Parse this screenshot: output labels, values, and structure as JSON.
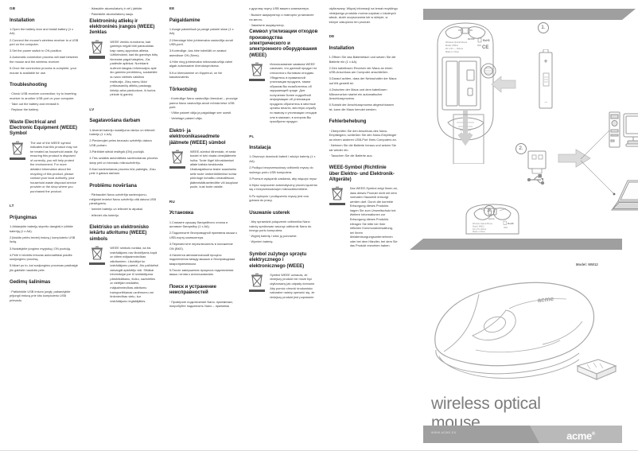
{
  "document": {
    "product_title_line1": "wireless optical",
    "product_title_line2": "mouse",
    "model_label": "Model: MW12",
    "brand": "acme",
    "brand_tm": "®",
    "website": "WWW.ACME.EU"
  },
  "steps": [
    {
      "num": "1."
    },
    {
      "num": "2."
    },
    {
      "num": "3."
    }
  ],
  "columns": [
    {
      "id": "col-1",
      "blocks": [
        {
          "type": "lang",
          "text": "GB"
        },
        {
          "type": "h2",
          "text": "Installation"
        },
        {
          "type": "p",
          "text": "1.Open the battery door and install battery (1 x AA)"
        },
        {
          "type": "p",
          "text": "2.Connect the mouse's wireless receiver to a USB port on the computer."
        },
        {
          "type": "p",
          "text": "3.Set the power switch to ON position."
        },
        {
          "type": "p",
          "text": "4.Automatic connection process will start between the mouse and the wireless receiver."
        },
        {
          "type": "p",
          "text": "5.Once the connection process is complete, your mouse is available for use."
        },
        {
          "type": "h2gap",
          "text": "Troubleshooting"
        },
        {
          "type": "bullets",
          "items": [
            "Check USB receiver connection; try to inserting receiver to another USB port on your computer.",
            "Take out the battery and reinstall it.",
            "Replace the battery."
          ]
        },
        {
          "type": "h2gap",
          "text": "Waste Electrical and Electronic Equipment (WEEE) Symbol"
        },
        {
          "type": "weee",
          "text": "The use of the WEEE symbol indicates that this product may not be treated as household waste. By ensuring this product is disposed of correctly, you will help protect the environment. For more detailed information about the recycling of this product, please contact your local authority, your household waste disposal service provider or the shop where you purchased the product."
        },
        {
          "type": "lang-spaced",
          "text": "LT"
        },
        {
          "type": "h2",
          "text": "Prijungimas"
        },
        {
          "type": "p",
          "text": "1.Atidarykite baterijų skyrelio dangtelį ir įdėkite bateriją (1 x AA)."
        },
        {
          "type": "p",
          "text": "2.Įkiskite pelės bevielj imtuvą į kompiuterio USB lizdą."
        },
        {
          "type": "p",
          "text": "3.Nustatykite jungimo mygtuką į ON poziciją."
        },
        {
          "type": "p",
          "text": "4.Pelė ir bevielis imtuvas automatiškai pradės susijungimo procesą."
        },
        {
          "type": "p",
          "text": "5.Iškart po to, kai susijungimo procesas pasibaigė jūs galėsite naudotis pele."
        },
        {
          "type": "h2gap",
          "text": "Gedimų šalinimas"
        },
        {
          "type": "bullets",
          "items": [
            "Patikrinkite USB imtuvo jungtį; pabandykite prijungti imtuvą prie kito kompiuterio USB prievado."
          ]
        }
      ]
    },
    {
      "id": "col-2",
      "blocks": [
        {
          "type": "bullets",
          "items": [
            "Ištraukite akumuliatorių ir vėl į įdėkite.",
            "Pakeiskite akumuliatorių nauju."
          ]
        },
        {
          "type": "h2",
          "text": "Elektroninių atliekų ir elektroninės įrangos (WEEE) ženklas"
        },
        {
          "type": "weee",
          "text": "WEEE ženklu nurodoma, kad gaminys negali būti panaudotas kaip namų apyvokos atlieka. Užtikrindami, kad šis gaminys būtų išmestas pagal taisykles, Jūs padėsite aplinkai. Norėdami sužinoti daugiau informacijos apie šio gaminio perdirbimą, susisiekite su savo vietinės valdžios institucija, Jūsų namų ūkiui priklausančių atliekų paslaugų tiekėju arba parduotuve, iš kurios pirkote šį gaminį."
        },
        {
          "type": "lang-spaced",
          "text": "LV"
        },
        {
          "type": "h2",
          "text": "Sagatavošana darbam"
        },
        {
          "type": "p",
          "text": "1.Atveriet bateriju nodalījuma vāciņu un ielieciet bateriju (1 x AA)."
        },
        {
          "type": "p",
          "text": "2.Pievienojiet peles bezvadu uztvērēju datora USB portam."
        },
        {
          "type": "p",
          "text": "3.Pārbīdiet slēdzi ieslēgtā (ON) pozīcijā."
        },
        {
          "type": "p",
          "text": "4.Tiks uzsākts automātisks savienošanas process starp peli un bezvadu mikrouztvērēju."
        },
        {
          "type": "p",
          "text": "5.Kad savienošanas process būs pabeigts, Jūsu pele ir gatava darbam."
        },
        {
          "type": "h2gap",
          "text": "Problēmu novēršana"
        },
        {
          "type": "bullets",
          "items": [
            "Pārbaudiet Nano uztvērēja savienojumu, mēģiniet ievietot Nano uztvērēju citā datora USB pieslēgvietu.",
            "Iņemiet bateriju un ielieciet to atpakaļ.",
            "Ielieciet citu bateriju."
          ]
        },
        {
          "type": "h2gap",
          "text": "Elektrisko un elektronisko iekārtu atkritumu (WEEE) simbols"
        },
        {
          "type": "weee",
          "text": "WEEE simbols norāda, ka šis izstrādājums nav likvidējams kopā ar citiem mājsaimniecības atkritumiem. Likvidējot šo izstrādājumu pareizi, Jūs palīdzēsit aizsargāt apkārtējo vidi. Sīkākai informācijai par šī izstrādājuma pārstrādāšanu, lūdzu, sazinieties ar vietējām iestādēm, mājsaimniecības atkritumu transportēšanas uzņēmumu vai tirdzniecības vietu, kur izstrādājumu iegādājāties."
        }
      ]
    },
    {
      "id": "col-3",
      "blocks": [
        {
          "type": "lang",
          "text": "EE"
        },
        {
          "type": "h2",
          "text": "Paigaldamine"
        },
        {
          "type": "p",
          "text": "1.Avage patareiluuk ja pange patarei sisse (1 x AA)."
        },
        {
          "type": "p",
          "text": "2.Ühendage hiire juhtmevaba vastuvõtja arvuti USB-porti."
        },
        {
          "type": "p",
          "text": "3.Kontrollige, kas hiire toitelüliti on seatud asendisse ON (Sees)."
        },
        {
          "type": "p",
          "text": "4.Hiire ning juhtmevaba mikrovastuvõtja vahel algab automaatne ühendusprotsess."
        },
        {
          "type": "p",
          "text": "5.Kui ühendamine on lõppenud, on hiir kasutusvalmis."
        },
        {
          "type": "h2gap",
          "text": "Tõrkeotsing"
        },
        {
          "type": "bullets",
          "items": [
            "Kontrollige Nano vastuvõtja ühendust – proovige panna Nano vastuvõtja arvuti mõnda teise USB porti.",
            "Võtke patarei välja ja paigaldage see uuesti.",
            "Vahetage patarei välja."
          ]
        },
        {
          "type": "h2gap",
          "text": "Elektri- ja elektroonikaseadmete jäätmete (WEEE) sümbol"
        },
        {
          "type": "weee",
          "text": "WEEE-sümbol tähendab, et seda toodet ei tohi visata olmejäätmete hulka. Toote õigel kõrvaldamisel aitate kaitsta keskkonda. Üksikasjalikuma teabe saamiseks selle toote ümbertöötlemise kohta pöörduge kohaliku omavalitsuse, jäätmekäitlusettevõtte või kaupluse poole, kust toote ostsite."
        },
        {
          "type": "lang-spaced",
          "text": "RU"
        },
        {
          "type": "h2",
          "text": "Установка"
        },
        {
          "type": "p",
          "text": "1.Снимите крышку батарейного отсека и аставьте батарейку (1 x AA)."
        },
        {
          "type": "p",
          "text": "2.Подключите беспроводной приемник мыши к USB-порту компьютера."
        },
        {
          "type": "p",
          "text": "3.Переместите переключатель в положение ON (ВКЛ)."
        },
        {
          "type": "p",
          "text": "4.Начнется автоматический процесс подключения между мышью и беспроводным микроприемником."
        },
        {
          "type": "p",
          "text": "5.После завершения процесса подключения мышь готова к использованию."
        },
        {
          "type": "h2gap",
          "text": "Поиск и устранение неисправностей"
        },
        {
          "type": "bullets",
          "items": [
            "Проверьте подключение Nano- приемника; попробуйте подключить Nano – приемник"
          ]
        }
      ]
    },
    {
      "id": "col-4",
      "blocks": [
        {
          "type": "p",
          "text": "к другому порту USB вашего компьютера."
        },
        {
          "type": "bullets",
          "items": [
            "Выньте аккумулятор и повторно установите на место.",
            "Замените аккумулятор."
          ]
        },
        {
          "type": "h2",
          "text": "Символ утилизации отходов производства электрического и электронного оборудования (WEEE)"
        },
        {
          "type": "weee",
          "text": "Использование символа WEEE означает, что данный продукт не относится к бытовым отходам. Убедитесь в правильной утилизации продукта, таким образом Вы позаботитесь об окружающей среде. Для получения более подробной информации об утилизации продукта обратитесь в местные органы власти, местную службу по вывозу и утилизации отходов или в магазин, в котором Вы приобрели продукт."
        },
        {
          "type": "lang-spaced",
          "text": "PL"
        },
        {
          "type": "h2",
          "text": "Instalacja"
        },
        {
          "type": "p",
          "text": "1.Otworzyć drzwiczki baterii i włożyć baterię (1 x AA)."
        },
        {
          "type": "p",
          "text": "2.Podłącz bezprzewodowy odbiornik myszy do wolnego portu USB komputera."
        },
        {
          "type": "p",
          "text": "3.Przesuń wyłącznik zasilania, aby włączyć mysz"
        },
        {
          "type": "p",
          "text": "4.Mysz rozpocznie automatyczny proces łączenia się z bezprzewodowym mikroodbiornikiem."
        },
        {
          "type": "p",
          "text": "5.Po wykryciu i podłączeniu myszy jest ona gotowa do pracy."
        },
        {
          "type": "h2gap",
          "text": "Usuwanie usterek"
        },
        {
          "type": "bullets",
          "items": [
            "Aby sprawdzić połączenie odbiornika Nano należy spróbować wsunąć odbiornik Nano do innego portu komputera.",
            "Wyjmij baterię i włóć ją ponownie.",
            "Wymień baterię."
          ]
        },
        {
          "type": "h2gap",
          "text": "Symbol zużytego sprzętu elektrycznego i elektronicznego (WEEE)"
        },
        {
          "type": "weee",
          "text": "Symbol WEEE oznacza, że niniejszy produkt nie może być utylizowany jak odpady domowe. Aby pomóc chronić środowisko naturalne należy upewnić się, że niniejszy produkt jest poprawnie"
        }
      ]
    },
    {
      "id": "col-5",
      "blocks": [
        {
          "type": "p",
          "text": "utylizowany. Więcej informacji na temat recyklingu niniejszego produktu można uzyskać u lokalnych władz, służb oczyszczania lub w sklepie, w którym zakupiono ten produkt."
        },
        {
          "type": "lang-spaced",
          "text": "DE"
        },
        {
          "type": "h2",
          "text": "Installation"
        },
        {
          "type": "p",
          "text": "1.Öffnen Sie das Batteriefach und setzen Sie die Batterie ein (1 x AA)."
        },
        {
          "type": "p",
          "text": "2.Den kabellosen Receiver der Maus an einen USB-Anschluss am Computer anschließen."
        },
        {
          "type": "p",
          "text": "3.Darauf achten, dass der Netzschalter der Maus auf AN gestellt ist."
        },
        {
          "type": "p",
          "text": "4.Zwischen der Maus und dem kabellosen Mikroreceiver startet ein automatischer Anschlussprozess."
        },
        {
          "type": "p",
          "text": "5.Sobald der Anschlussprozess abgeschlossen ist, kann die Maus benutzt werden."
        },
        {
          "type": "h2gap",
          "text": "Fehlerbehebung"
        },
        {
          "type": "bullets",
          "items": [
            "Überprüfen Sie den Anschluss des Nano-Empfängers; schließen Sie den Nano-Empfänger an einem anderen USB-Port Ihres Computers an.",
            "Nehmen Sie die Batterie heraus und setzen Sie sie wieder ein.",
            "Tauschen Sie die Batterie aus."
          ]
        },
        {
          "type": "h2gap",
          "text": "WEEE-Symbol (Richtlinie über Elektro- und Elektronik-Altgeräte)"
        },
        {
          "type": "weee",
          "text": "Das WEEE-Symbol zeigt Ihnen an, dass dieses Produkt nicht mit dem normalen Hausmüll entsorgt werden darf. Durch die korrekte Entsorgung dieses Produkts tragen Sie zum Umweltschutz bei. Weitere Informationen zur Entsorgung dieses Produkts erfragen Sie bitte bei Ihrer örtlichen Kommunalverwaltung, bei Ihrem Abfallentsorgungsunternehmen oder bei dem Händler, bei dem Sie das Produkt erworben haben."
        }
      ]
    }
  ]
}
